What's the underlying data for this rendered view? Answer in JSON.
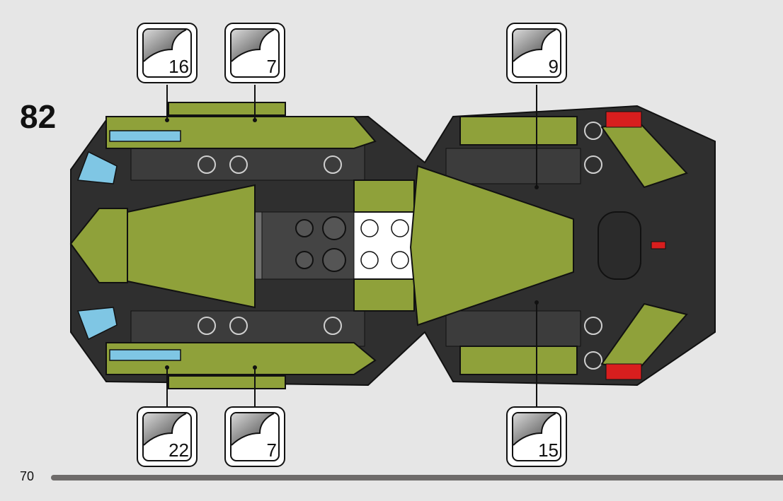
{
  "step": {
    "number": "82"
  },
  "page": {
    "number": "70"
  },
  "callouts": {
    "top_left_a": {
      "qty": "16"
    },
    "top_left_b": {
      "qty": "7"
    },
    "top_right": {
      "qty": "9"
    },
    "bottom_left_a": {
      "qty": "22"
    },
    "bottom_left_b": {
      "qty": "7"
    },
    "bottom_right": {
      "qty": "15"
    }
  },
  "colors": {
    "background": "#e6e6e6",
    "olive_green": "#8fa13a",
    "dark_grey": "#3a3a3a",
    "light_blue": "#7fc6e4",
    "red": "#d81e1e",
    "white": "#ffffff",
    "progress_bar": "#6e6b6a"
  },
  "icons": {
    "sticker": "sticker-peel-icon"
  }
}
